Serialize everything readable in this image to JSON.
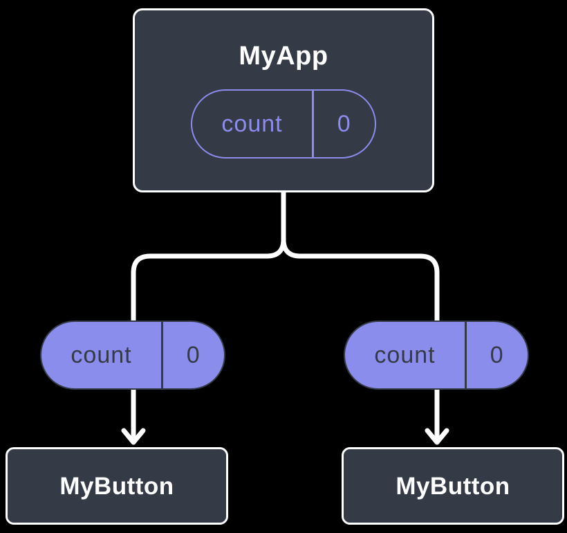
{
  "diagram": {
    "type": "component-tree",
    "root": {
      "title": "MyApp",
      "state_pill": {
        "label": "count",
        "value": "0"
      }
    },
    "children": [
      {
        "title": "MyButton",
        "prop_pill": {
          "label": "count",
          "value": "0"
        }
      },
      {
        "title": "MyButton",
        "prop_pill": {
          "label": "count",
          "value": "0"
        }
      }
    ],
    "colors": {
      "background": "#000000",
      "node_fill": "#343a46",
      "node_border": "#ffffff",
      "node_text": "#ffffff",
      "pill_purple": "#8b8ded",
      "pill_text_dark": "#343a46",
      "connector": "#ffffff"
    }
  }
}
